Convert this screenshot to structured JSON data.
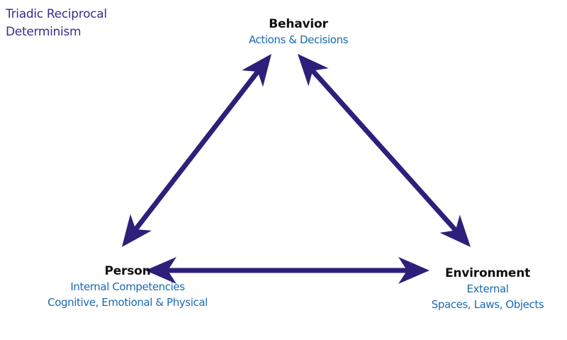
{
  "title": {
    "line1": "Triadic Reciprocal",
    "line2": "Determinism"
  },
  "nodes": {
    "behavior": {
      "name": "Behavior",
      "lines": [
        "Actions & Decisions"
      ]
    },
    "person": {
      "name": "Person",
      "lines": [
        "Internal Competencies",
        "Cognitive, Emotional & Physical"
      ]
    },
    "environment": {
      "name": "Environment",
      "lines": [
        "External",
        "Spaces, Laws, Objects"
      ]
    }
  },
  "links": [
    {
      "from": "person",
      "to": "behavior",
      "direction": "bidirectional"
    },
    {
      "from": "behavior",
      "to": "environment",
      "direction": "bidirectional"
    },
    {
      "from": "person",
      "to": "environment",
      "direction": "bidirectional"
    }
  ],
  "colors": {
    "arrow": "#2e1f7a",
    "title": "#3b2d8c",
    "subtitle": "#1a6ab3",
    "node_name": "#111111"
  }
}
